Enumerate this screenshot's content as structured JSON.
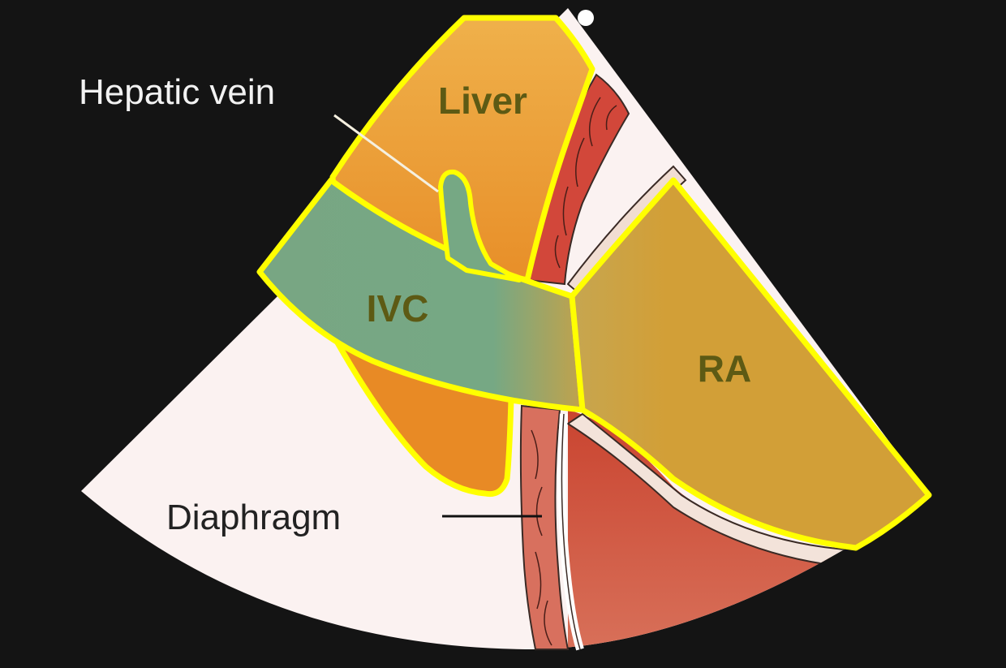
{
  "diagram": {
    "labels": {
      "liver": "Liver",
      "ivc": "IVC",
      "ra": "RA",
      "hepatic_vein": "Hepatic vein",
      "diaphragm": "Diaphragm"
    },
    "colors": {
      "background": "#141414",
      "sector_fill": "#fbf2f1",
      "liver_fill": "#e8952c",
      "ivc_fill": "#76a884",
      "ra_fill": "#d29f37",
      "muscle_red": "#cc4a35",
      "outline_yellow": "#ffff00",
      "organ_label_color": "#5d5a14",
      "callout_label_color": "#f2f2f2"
    }
  }
}
